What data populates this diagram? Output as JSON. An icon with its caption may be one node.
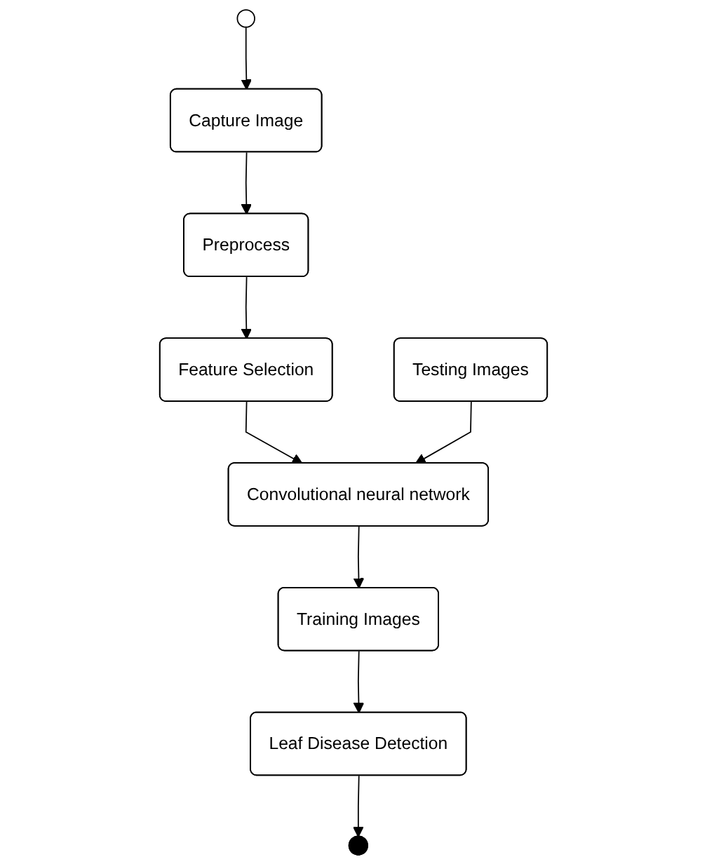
{
  "diagram": {
    "nodes": [
      {
        "text": [],
        "shape": "circle"
      },
      {
        "text": [
          "Capture Image"
        ]
      },
      {
        "text": [
          "Preprocess"
        ]
      },
      {
        "text": [
          "Feature Selection"
        ]
      },
      {
        "text": [
          "Convolutional neural network"
        ]
      },
      {
        "text": [
          "Testing Images"
        ]
      },
      {
        "text": [
          "Training Images"
        ]
      },
      {
        "text": [
          "Leaf Disease Detection"
        ]
      },
      {
        "text": [],
        "shape": "circle"
      }
    ],
    "edges": [
      {
        "from": 0,
        "to": 1,
        "arrow": "to"
      },
      {
        "from": 1,
        "to": 2,
        "arrow": "to"
      },
      {
        "from": 2,
        "to": 3,
        "arrow": "to"
      },
      {
        "from": 3,
        "to": 4,
        "arrow": "to"
      },
      {
        "from": 5,
        "to": 4,
        "arrow": "to"
      },
      {
        "from": 4,
        "to": 6,
        "arrow": "to"
      },
      {
        "from": 6,
        "to": 7,
        "arrow": "to"
      },
      {
        "from": 7,
        "to": 8,
        "arrow": "to"
      }
    ]
  }
}
